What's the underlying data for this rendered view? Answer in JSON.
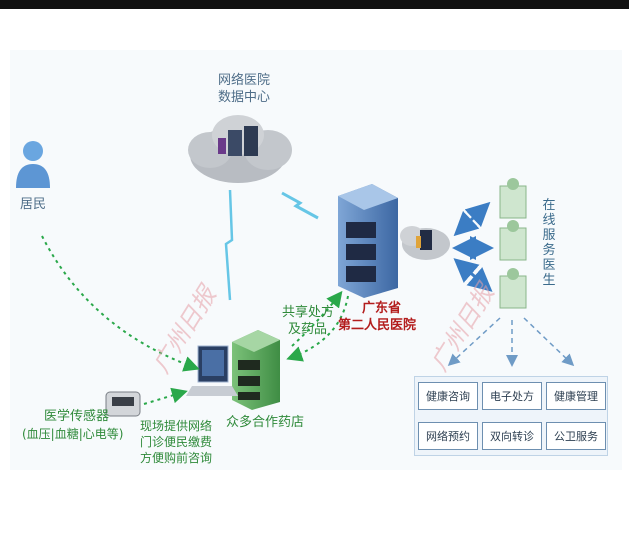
{
  "nodes": {
    "cloud_label_line1": "网络医院",
    "cloud_label_line2": "数据中心",
    "resident": "居民",
    "hospital_line1": "广东省",
    "hospital_line2": "第二人民医院",
    "doctors_vertical": "在线服务医生",
    "share_line1": "共享处方",
    "share_line2": "及药品",
    "pharmacy": "众多合作药店",
    "sensor_line1": "医学传感器",
    "sensor_line2": "(血压|血糖|心电等)",
    "onsite_line1": "现场提供网络",
    "onsite_line2": "门诊便民缴费",
    "onsite_line3": "方便购前咨询"
  },
  "services": [
    "健康咨询",
    "电子处方",
    "健康管理",
    "网络预约",
    "双向转诊",
    "公卫服务"
  ],
  "watermark": "广州日报",
  "colors": {
    "link_green": "#2aa84a",
    "hospital_blue": "#4a79b3",
    "pharmacy_green": "#5aa85a",
    "label_gray": "#4e6d88",
    "label_red": "#b31d1d"
  }
}
